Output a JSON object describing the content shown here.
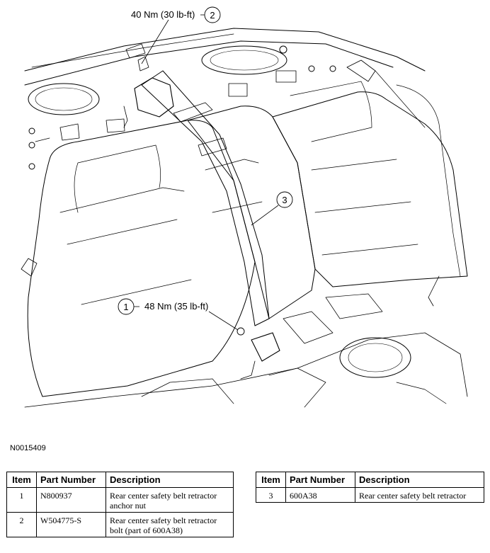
{
  "callouts": [
    {
      "number": "1",
      "torque": "48 Nm (35 lb-ft)"
    },
    {
      "number": "2",
      "torque": "40 Nm (30 lb-ft)"
    },
    {
      "number": "3",
      "torque": ""
    }
  ],
  "figure_id": "N0015409",
  "table_headers": {
    "item": "Item",
    "part_number": "Part Number",
    "description": "Description"
  },
  "parts": [
    {
      "item": "1",
      "part_number": "N800937",
      "description": "Rear center safety belt retractor anchor nut"
    },
    {
      "item": "2",
      "part_number": "W504775-S",
      "description": "Rear center safety belt retractor bolt (part of 600A38)"
    },
    {
      "item": "3",
      "part_number": "600A38",
      "description": "Rear center safety belt retractor"
    }
  ]
}
